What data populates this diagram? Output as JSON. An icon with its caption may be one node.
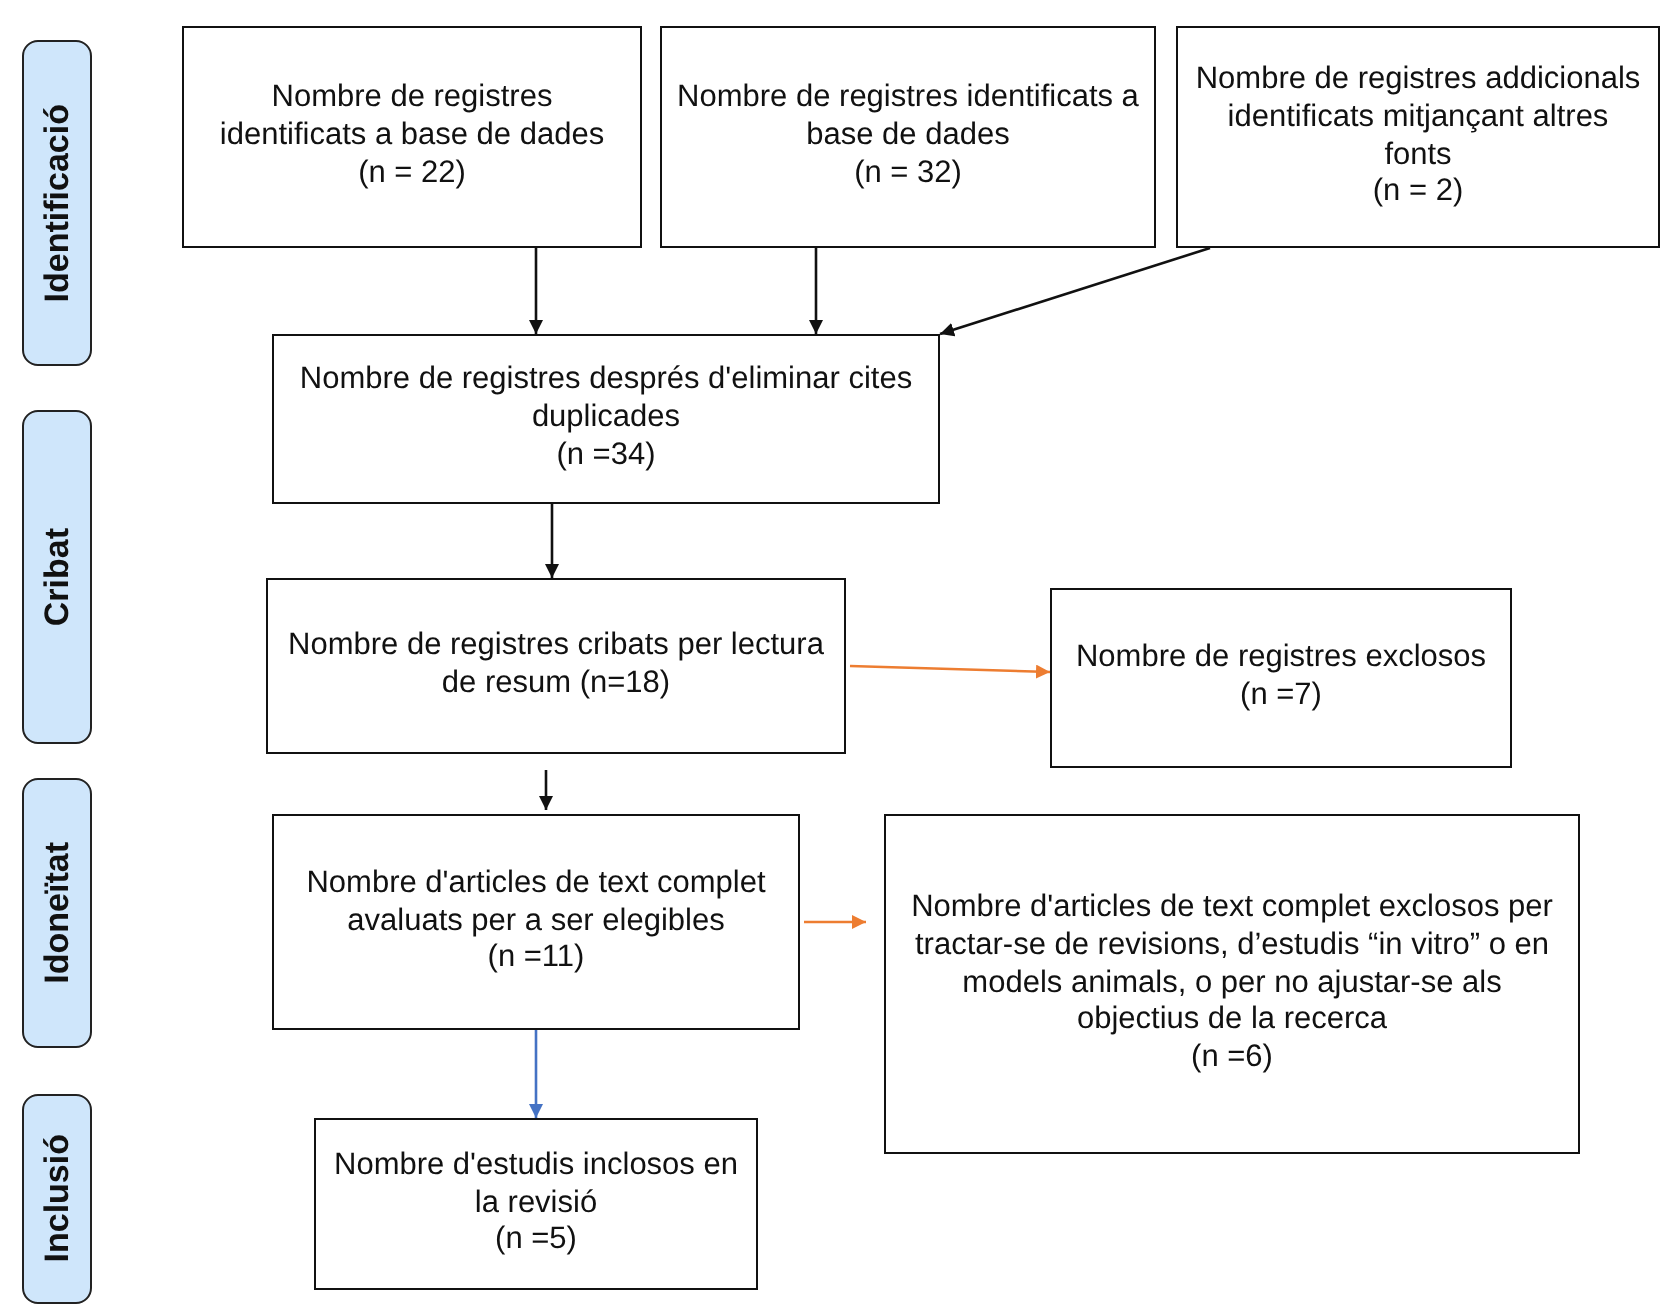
{
  "diagram": {
    "nodes": [
      {
        "text": [
          "Identificació"
        ]
      },
      {
        "text": [
          "Nombre de registres identificats a base de dades",
          "(n = 22)"
        ]
      },
      {
        "text": [
          "Nombre de registres identificats a base de dades",
          "(n = 32)"
        ]
      },
      {
        "text": [
          "Nombre de registres addicionals identificats mitjançant altres fonts",
          "(n = 2)"
        ]
      },
      {
        "text": [
          "Nombre de registres després d'eliminar cites duplicades",
          "(n =34)"
        ]
      },
      {
        "text": [
          "Cribat"
        ]
      },
      {
        "text": [
          "Nombre de registres cribats per lectura de resum (n=18)"
        ]
      },
      {
        "text": [
          "Nombre de registres exclosos",
          "(n =7)"
        ]
      },
      {
        "text": [
          "Idoneïtat"
        ]
      },
      {
        "text": [
          "Nombre d'articles de text complet avaluats per a ser elegibles",
          "(n =11)"
        ]
      },
      {
        "text": [
          "Nombre d'articles de text complet exclosos per tractar-se de revisions, d’estudis “in vitro” o en models animals, o per no ajustar-se als objectius de la recerca",
          "(n =6)"
        ]
      },
      {
        "text": [
          "Inclusió"
        ]
      },
      {
        "text": [
          "Nombre d'estudis inclosos en la revisió",
          "(n =5)"
        ]
      }
    ],
    "edges": [
      {
        "from": 1,
        "to": 4,
        "arrow": "to"
      },
      {
        "from": 2,
        "to": 4,
        "arrow": "to"
      },
      {
        "from": 3,
        "to": 4,
        "arrow": "to"
      },
      {
        "from": 4,
        "to": 6,
        "arrow": "to"
      },
      {
        "from": 6,
        "to": 7,
        "arrow": "to",
        "color": "#ed7d31"
      },
      {
        "from": 6,
        "to": 9,
        "arrow": "to"
      },
      {
        "from": 9,
        "to": 10,
        "arrow": "to",
        "color": "#ed7d31"
      },
      {
        "from": 9,
        "to": 12,
        "arrow": "to",
        "color": "#4472c4"
      }
    ]
  }
}
